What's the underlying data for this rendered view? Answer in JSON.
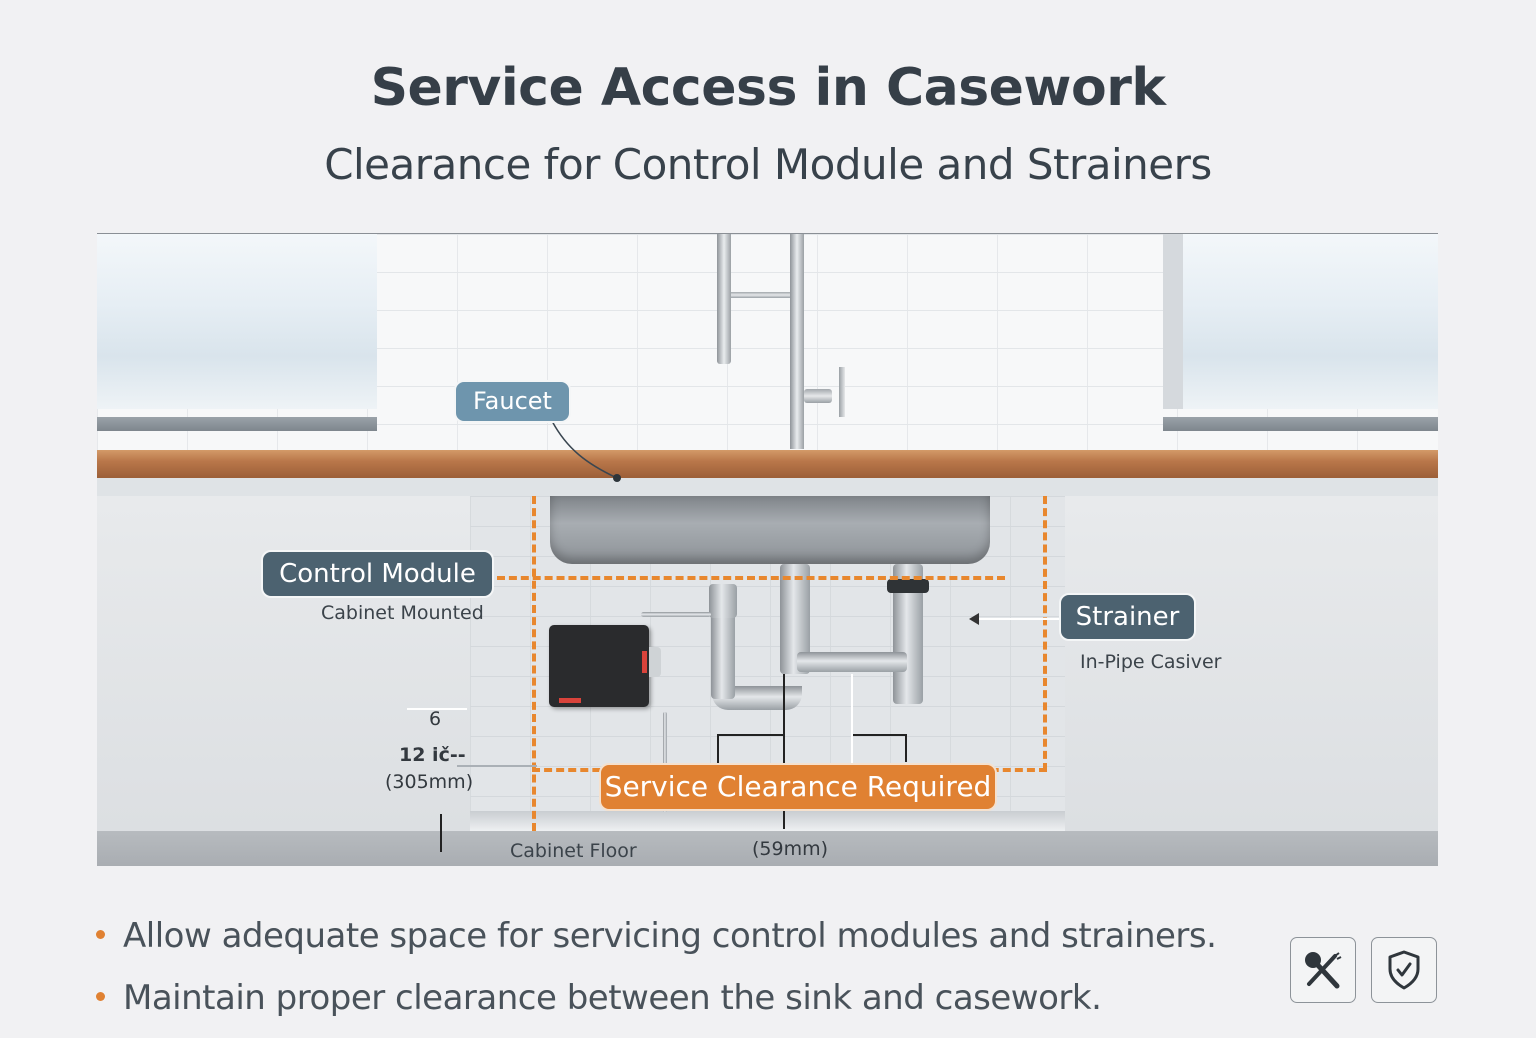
{
  "header": {
    "title": "Service Access in Casework",
    "subtitle": "Clearance for Control Module and Strainers"
  },
  "diagram": {
    "labels": {
      "faucet": "Faucet",
      "control_module": "Control Module",
      "control_module_caption": "Cabinet Mounted",
      "strainer": "Strainer",
      "strainer_caption": "In-Pipe Casiver",
      "service_clearance": "Service Clearance Required"
    },
    "dimensions": {
      "top_value": "6",
      "height_imperial": "12 ič--",
      "height_metric": "(305mm)",
      "bottom_metric": "(59mm)",
      "floor_label": "Cabinet Floor"
    },
    "colors": {
      "accent_orange": "#e08132",
      "label_dark": "#4c6270",
      "label_blue": "#6e95ad",
      "countertop": "#b9774a"
    }
  },
  "notes": {
    "bullets": [
      "Allow adequate space for servicing control modules and strainers.",
      "Maintain proper clearance between the sink and casework."
    ]
  },
  "icons": [
    {
      "name": "tools-icon"
    },
    {
      "name": "shield-check-icon"
    }
  ]
}
